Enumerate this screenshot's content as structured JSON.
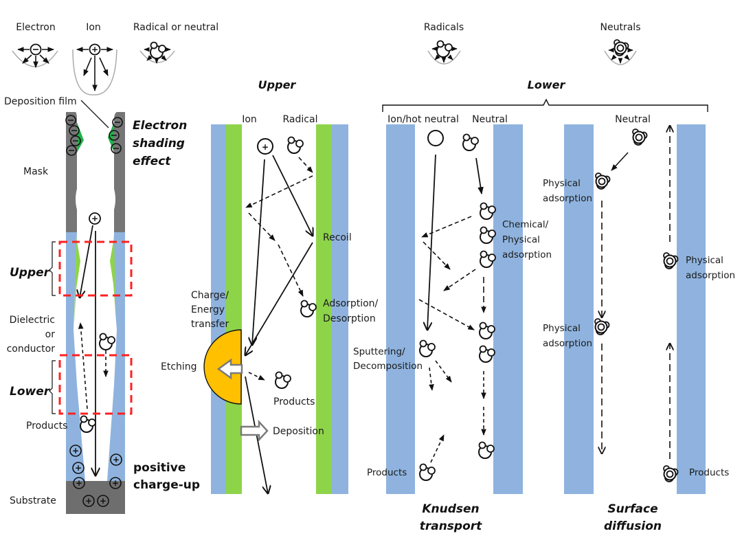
{
  "colors": {
    "dielectric": "#8FB3DE",
    "deposition": "#8ED449",
    "mask": "#767676",
    "substrate": "#6E6E6E",
    "etch": "#FFC000",
    "highlight_box": "#FF2020",
    "film_green": "#22B14C",
    "ink": "#111111"
  },
  "legend_top": {
    "electron": "Electron",
    "ion": "Ion",
    "radical_or_neutral": "Radical or neutral",
    "radicals": "Radicals",
    "neutrals": "Neutrals"
  },
  "left_panel": {
    "deposition_film": "Deposition film",
    "electron_shading_1": "Electron",
    "electron_shading_2": "shading",
    "electron_shading_3": "effect",
    "mask": "Mask",
    "upper": "Upper",
    "dielectric_1": "Dielectric",
    "dielectric_2": "or",
    "dielectric_3": "conductor",
    "lower": "Lower",
    "products": "Products",
    "charge_up_1": "positive",
    "charge_up_2": "charge-up",
    "substrate": "Substrate",
    "electron_sign": "−",
    "ion_sign": "+"
  },
  "upper_panel": {
    "title": "Upper",
    "ion": "Ion",
    "radical": "Radical",
    "recoil": "Recoil",
    "adsorption_1": "Adsorption/",
    "adsorption_2": "Desorption",
    "charge_1": "Charge/",
    "charge_2": "Energy",
    "charge_3": "transfer",
    "etching": "Etching",
    "products": "Products",
    "deposition": "Deposition"
  },
  "lower_panel": {
    "title": "Lower",
    "knudsen": {
      "col1": "Ion/hot neutral",
      "col2": "Neutral",
      "chemical_1": "Chemical/",
      "chemical_2": "Physical",
      "chemical_3": "adsorption",
      "sputtering_1": "Sputtering/",
      "sputtering_2": "Decomposition",
      "products": "Products",
      "caption_1": "Knudsen",
      "caption_2": "transport"
    },
    "surface": {
      "col": "Neutral",
      "phys_ads_a1": "Physical",
      "phys_ads_a2": "adsorption",
      "phys_ads_b1": "Physical",
      "phys_ads_b2": "adsorption",
      "phys_ads_c1": "Physical",
      "phys_ads_c2": "adsorption",
      "products": "Products",
      "caption_1": "Surface",
      "caption_2": "diffusion"
    }
  }
}
